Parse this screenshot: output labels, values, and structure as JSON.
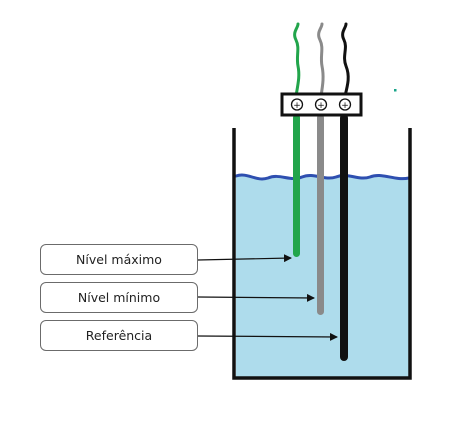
{
  "labels": {
    "max_level": "Nível máximo",
    "min_level": "Nível mínimo",
    "reference": "Referência"
  },
  "terminals": [
    "+",
    "+",
    "+"
  ],
  "colors": {
    "water": "#aedcec",
    "water_surface": "#2e4fb0",
    "container": "#111111",
    "probe_max": "#22a54b",
    "probe_min": "#8a8a8a",
    "probe_ref": "#111111",
    "label_border": "#6b6b6b",
    "accent_dot": "#1aa58a"
  }
}
